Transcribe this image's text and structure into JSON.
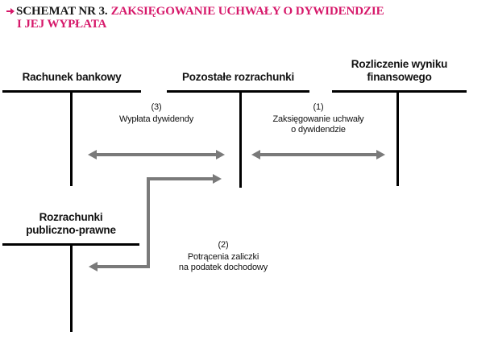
{
  "title": {
    "marker_icon": "arrow-right-marker-icon",
    "prefix": "SCHEMAT NR 3.",
    "accent_line1": "ZAKSIĘGOWANIE UCHWAŁY O DYWIDENDZIE",
    "accent_line2": "I JEJ WYPŁATA",
    "prefix_color": "#1a1a1a",
    "accent_color": "#d6186a"
  },
  "accounts": [
    {
      "id": "rachunek-bankowy",
      "title_line1": "Rachunek bankowy",
      "title_line2": ""
    },
    {
      "id": "pozostale-rozrachunki",
      "title_line1": "Pozostałe rozrachunki",
      "title_line2": ""
    },
    {
      "id": "rozliczenie-wyniku-finansowego",
      "title_line1": "Rozliczenie wyniku",
      "title_line2": "finansowego"
    },
    {
      "id": "rozrachunki-publiczno-prawne",
      "title_line1": "Rozrachunki",
      "title_line2": "publiczno-prawne"
    }
  ],
  "flows": [
    {
      "id": "flow-1",
      "number": "(1)",
      "text_line1": "Zaksięgowanie uchwały",
      "text_line2": "o dywidendzie",
      "arrow": "double-headed-horizontal",
      "from": "rozliczenie-wyniku-finansowego",
      "to": "pozostale-rozrachunki"
    },
    {
      "id": "flow-2",
      "number": "(2)",
      "text_line1": "Potrącenia zaliczki",
      "text_line2": "na podatek dochodowy",
      "arrow": "elbow-right-then-left",
      "from": "pozostale-rozrachunki",
      "to": "rozrachunki-publiczno-prawne"
    },
    {
      "id": "flow-3",
      "number": "(3)",
      "text_line1": "Wypłata dywidendy",
      "text_line2": "",
      "arrow": "double-headed-horizontal",
      "from": "pozostale-rozrachunki",
      "to": "rachunek-bankowy"
    }
  ],
  "colors": {
    "line": "#000000",
    "arrow": "#7a7a7a",
    "accent": "#d6186a",
    "background": "#ffffff"
  }
}
